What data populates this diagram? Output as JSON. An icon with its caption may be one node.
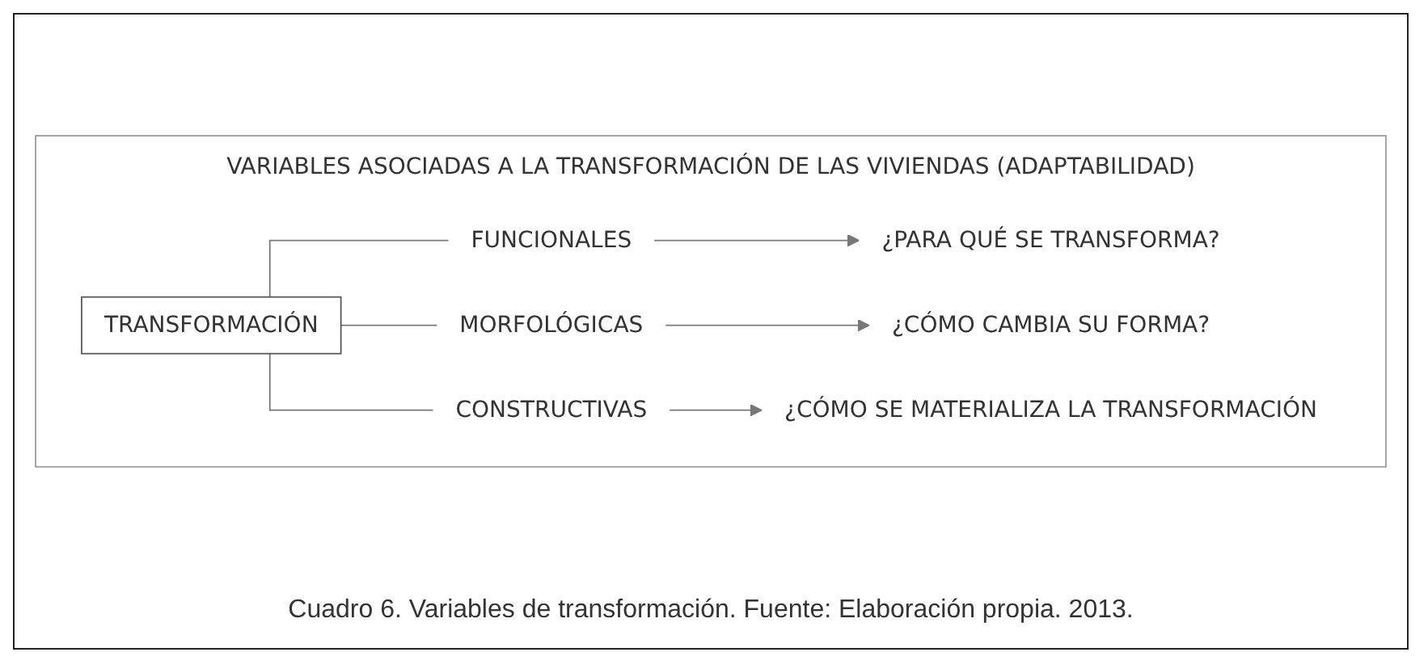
{
  "diagram": {
    "caption": "Cuadro 6. Variables de transformación. Fuente: Elaboración propia. 2013.",
    "nodes": [
      {
        "text": [
          "VARIABLES ASOCIADAS A LA TRANSFORMACIÓN DE LAS VIVIENDAS (ADAPTABILIDAD)"
        ]
      },
      {
        "text": [
          "TRANSFORMACIÓN"
        ],
        "in": 0
      },
      {
        "text": [
          "FUNCIONALES"
        ],
        "in": 0
      },
      {
        "text": [
          "¿PARA QUÉ SE TRANSFORMA?"
        ],
        "in": 0
      },
      {
        "text": [
          "MORFOLÓGICAS"
        ],
        "in": 0
      },
      {
        "text": [
          "¿CÓMO CAMBIA SU FORMA?"
        ],
        "in": 0
      },
      {
        "text": [
          "CONSTRUCTIVAS"
        ],
        "in": 0
      },
      {
        "text": [
          "¿CÓMO SE MATERIALIZA LA TRANSFORMACIÓN"
        ],
        "in": 0
      }
    ],
    "edges": [
      {
        "from": 1,
        "to": 2,
        "arrow": "none"
      },
      {
        "from": 1,
        "to": 4,
        "arrow": "none"
      },
      {
        "from": 1,
        "to": 6,
        "arrow": "none"
      },
      {
        "from": 2,
        "to": 3,
        "arrow": "to"
      },
      {
        "from": 4,
        "to": 5,
        "arrow": "to"
      },
      {
        "from": 6,
        "to": 7,
        "arrow": "to"
      }
    ]
  }
}
